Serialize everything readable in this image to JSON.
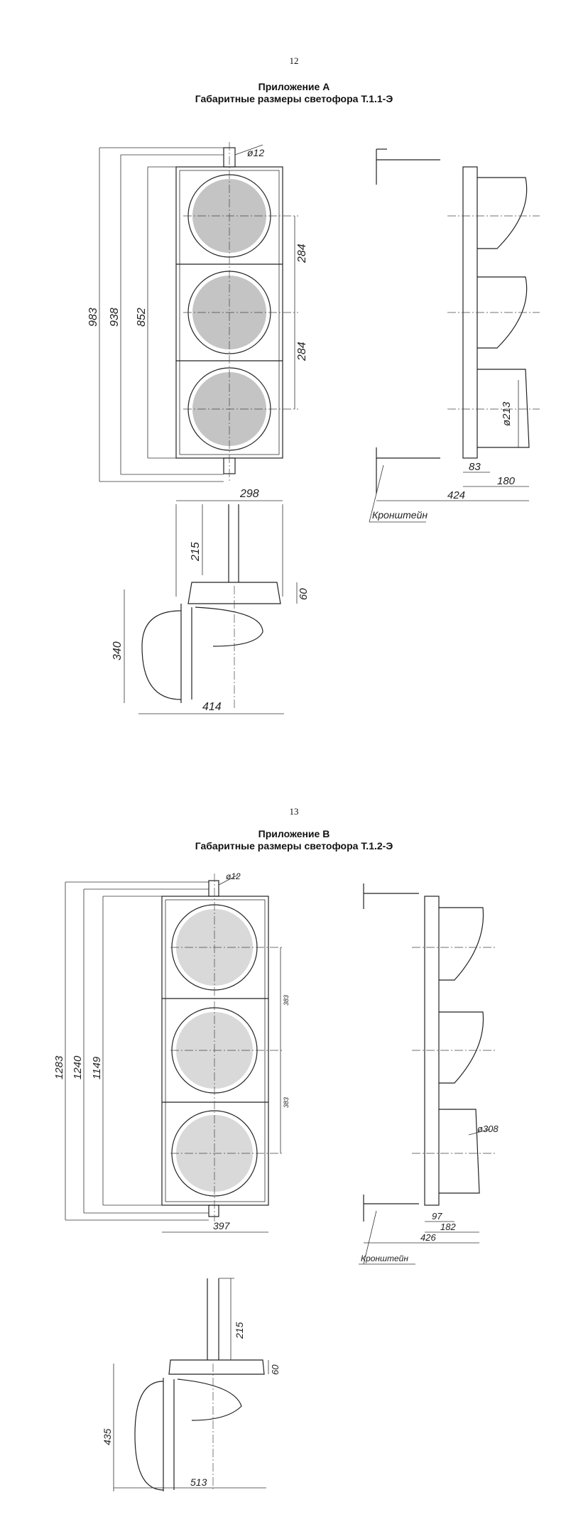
{
  "page_a": {
    "page_number": "12",
    "appendix": "Приложение А",
    "title": "Габаритные размеры светофора Т.1.1-Э",
    "dims": {
      "d_mount": "ø12",
      "h_total": "983",
      "h_2": "938",
      "h_body": "852",
      "pitch_1": "284",
      "pitch_2": "284",
      "d_lens": "ø213",
      "side_83": "83",
      "side_180": "180",
      "side_424": "424",
      "bracket_label": "Кронштейн",
      "w_298": "298",
      "h_215": "215",
      "h_60": "60",
      "h_340": "340",
      "w_414": "414"
    }
  },
  "page_b": {
    "page_number": "13",
    "appendix": "Приложение В",
    "title": "Габаритные размеры светофора Т.1.2-Э",
    "dims": {
      "d_mount": "ø12",
      "h_total": "1283",
      "h_2": "1240",
      "h_body": "1149",
      "pitch_1": "383",
      "pitch_2": "383",
      "d_lens": "ø308",
      "side_97": "97",
      "side_182": "182",
      "side_426": "426",
      "bracket_label": "Кронштейн",
      "w_397": "397",
      "h_215": "215",
      "h_60": "60",
      "h_435": "435",
      "w_513": "513"
    }
  }
}
